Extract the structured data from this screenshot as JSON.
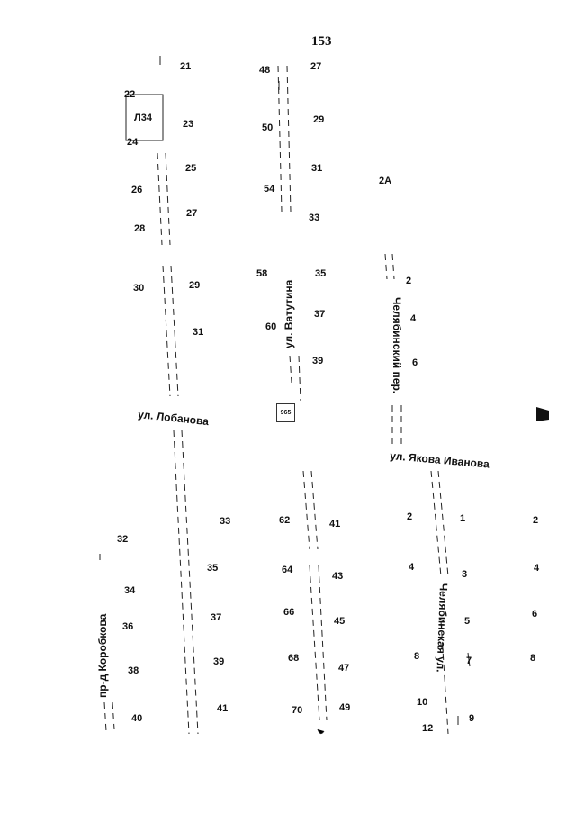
{
  "page_number": "153",
  "labels": {
    "building_box": "Л34",
    "small_box": "965"
  },
  "streets": {
    "lobanova": "ул. Лобанова",
    "vatutina": "ул. Ватутина",
    "chelyabinsky_per": "Челябинский пер.",
    "yakova_ivanova": "ул. Якова Иванова",
    "chelyabinskaya": "Челябинская ул.",
    "korobkova": "пр-д Коробкова"
  },
  "house_numbers": [
    "21",
    "22",
    "23",
    "24",
    "25",
    "26",
    "27",
    "28",
    "30",
    "29",
    "31",
    "48",
    "27",
    "50",
    "29",
    "31",
    "54",
    "33",
    "58",
    "35",
    "60",
    "37",
    "39",
    "2А",
    "2",
    "4",
    "6",
    "33",
    "35",
    "37",
    "39",
    "41",
    "32",
    "34",
    "36",
    "38",
    "40",
    "62",
    "41",
    "64",
    "43",
    "66",
    "45",
    "68",
    "47",
    "70",
    "49",
    "2",
    "1",
    "2",
    "4",
    "3",
    "4",
    "5",
    "6",
    "8",
    "7",
    "8",
    "10",
    "12",
    "9"
  ]
}
